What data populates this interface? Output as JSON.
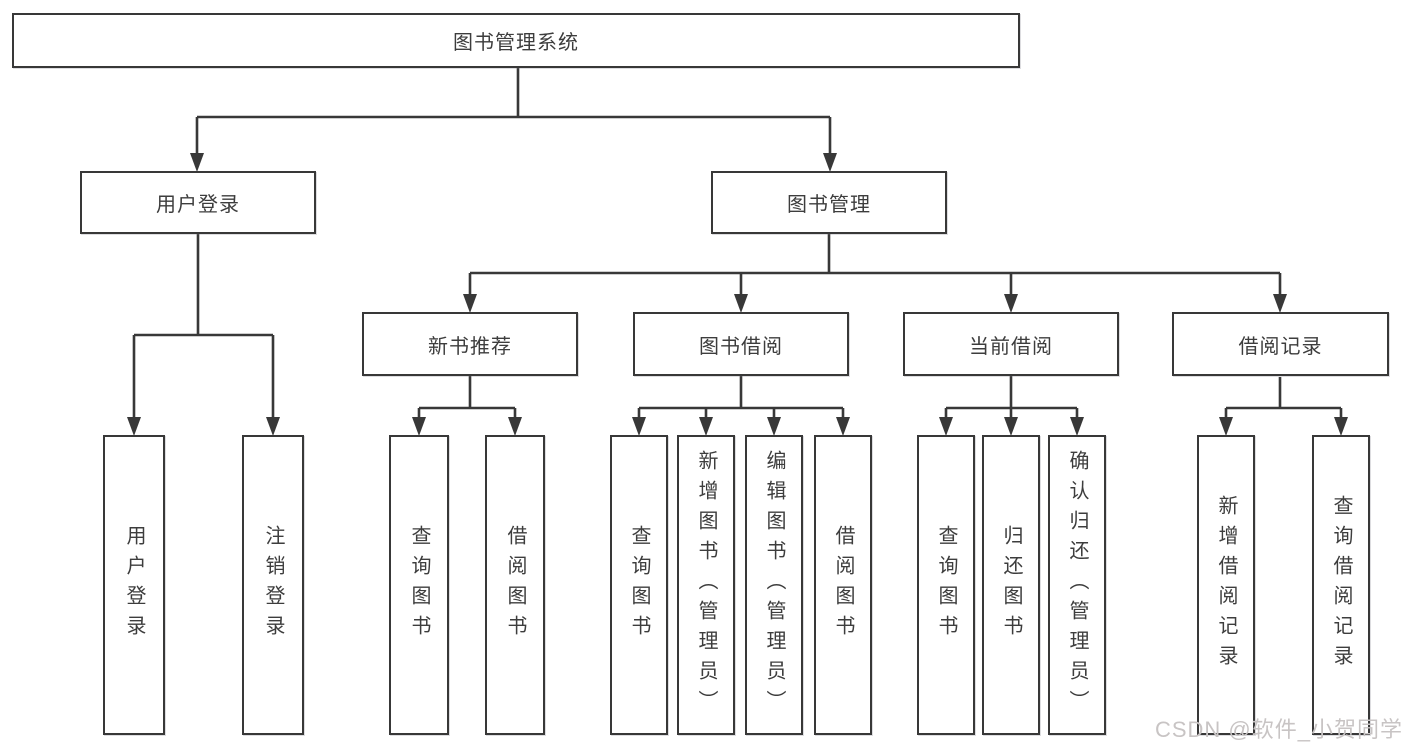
{
  "colors": {
    "line": "#383838",
    "box_border": "#383838",
    "box_background": "#ffffff",
    "text": "#3d3d3d",
    "watermark_text": "#c8c4c4"
  },
  "watermark": {
    "text": "CSDN @软件_小贺同学"
  },
  "tree": {
    "label": "图书管理系统",
    "children": [
      {
        "label": "用户登录",
        "children": [
          {
            "label": "用户登录"
          },
          {
            "label": "注销登录"
          }
        ]
      },
      {
        "label": "图书管理",
        "children": [
          {
            "label": "新书推荐",
            "children": [
              {
                "label": "查询图书"
              },
              {
                "label": "借阅图书"
              }
            ]
          },
          {
            "label": "图书借阅",
            "children": [
              {
                "label": "查询图书"
              },
              {
                "label": "新增图书（管理员）"
              },
              {
                "label": "编辑图书（管理员）"
              },
              {
                "label": "借阅图书"
              }
            ]
          },
          {
            "label": "当前借阅",
            "children": [
              {
                "label": "查询图书"
              },
              {
                "label": "归还图书"
              },
              {
                "label": "确认归还（管理员）"
              }
            ]
          },
          {
            "label": "借阅记录",
            "children": [
              {
                "label": "新增借阅记录"
              },
              {
                "label": "查询借阅记录"
              }
            ]
          }
        ]
      }
    ]
  }
}
